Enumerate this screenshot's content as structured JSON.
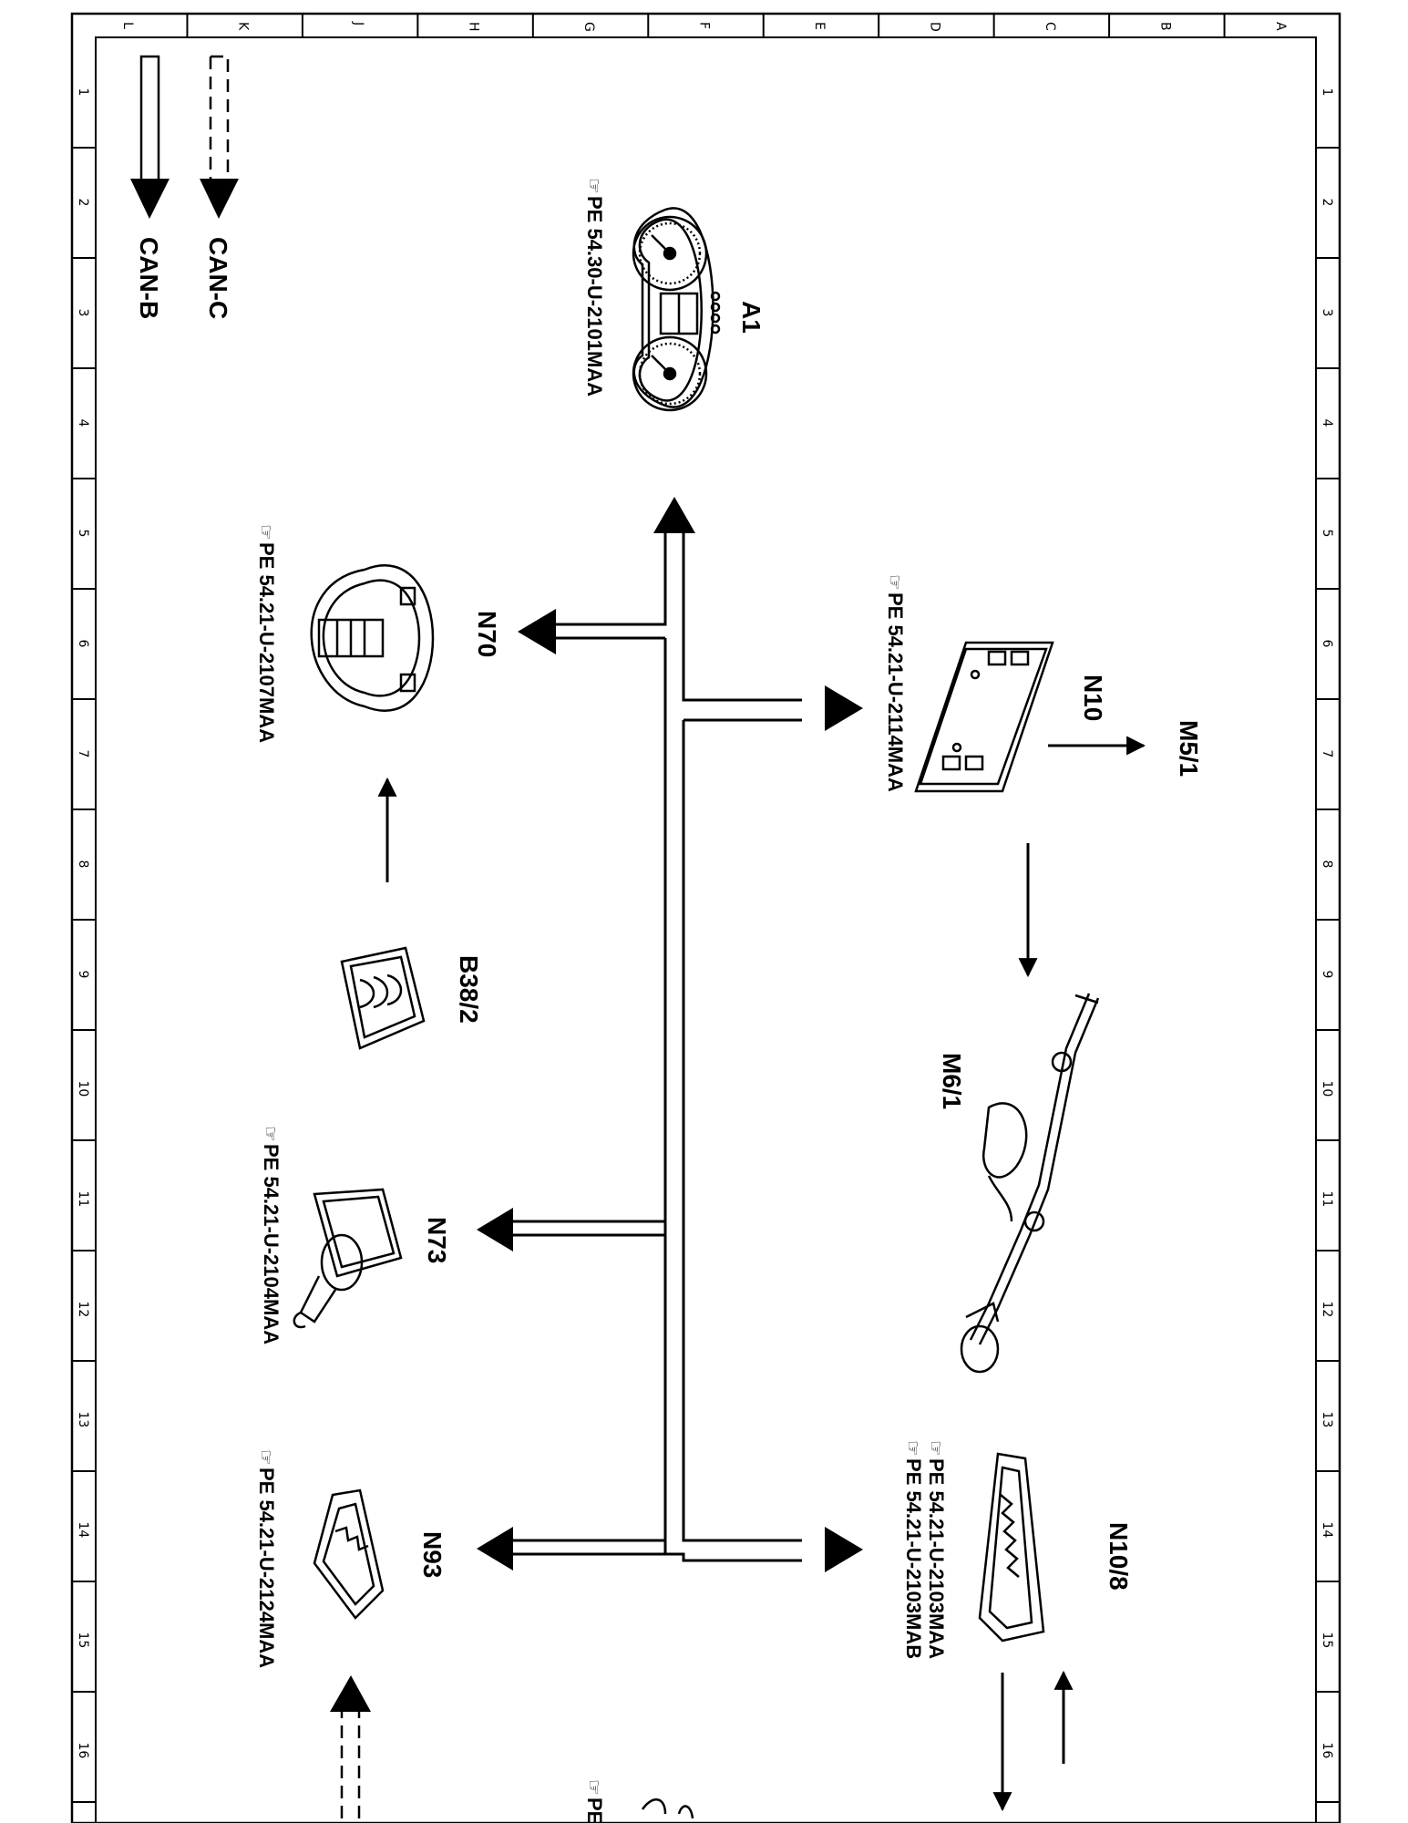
{
  "legend": {
    "can_c": "CAN-C",
    "can_b": "CAN-B"
  },
  "grid": {
    "letters": [
      "L",
      "K",
      "J",
      "H",
      "G",
      "F",
      "E",
      "D",
      "C",
      "B",
      "A"
    ],
    "numbers": [
      "1",
      "2",
      "3",
      "4",
      "5",
      "6",
      "7",
      "8",
      "9",
      "10",
      "11",
      "12",
      "13",
      "14",
      "15",
      "16"
    ]
  },
  "components": {
    "a1": {
      "code": "A1",
      "ref": "PE 54.30-U-2101MAA"
    },
    "n70": {
      "code": "N70",
      "ref": "PE 54.21-U-2107MAA"
    },
    "n10": {
      "code": "N10",
      "ref": "PE 54.21-U-2114MAA"
    },
    "m5_1": {
      "code": "M5/1"
    },
    "b38_2": {
      "code": "B38/2"
    },
    "m6_1": {
      "code": "M6/1"
    },
    "n73": {
      "code": "N73",
      "ref": "PE 54.21-U-2104MAA"
    },
    "n93": {
      "code": "N93",
      "ref": "PE 54.21-U-2124MAA"
    },
    "n10_8": {
      "code": "N10/8",
      "ref1": "PE 54.21-U-2103MAA",
      "ref2": "PE 54.21-U-2103MAB"
    },
    "bottom_ref": {
      "text": "PE"
    }
  }
}
